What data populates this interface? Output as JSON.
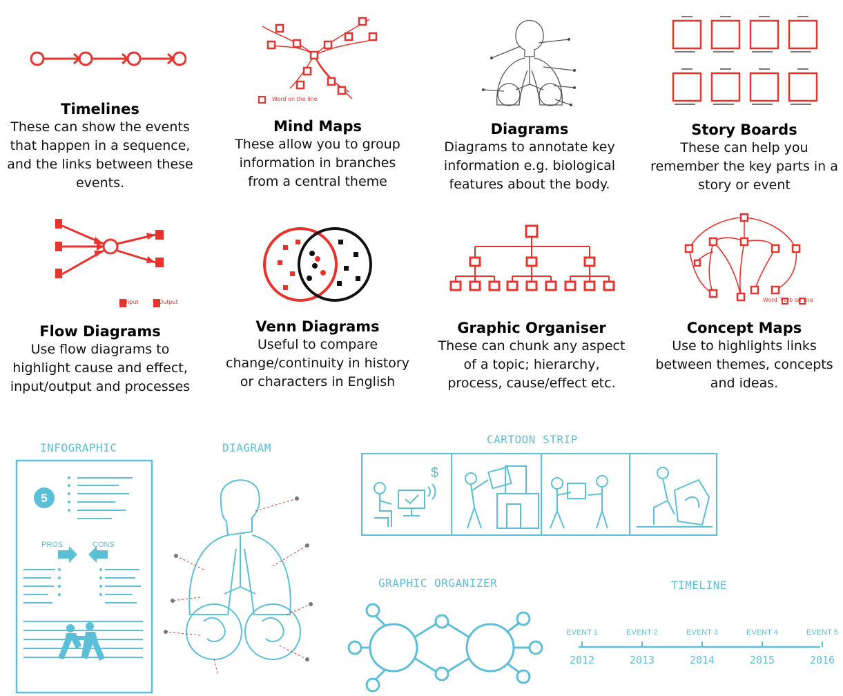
{
  "cards": [
    {
      "title": "Timelines",
      "desc": "These can show the events\nthat happen in a sequence,\nand the links between these\nevents."
    },
    {
      "title": "Mind Maps",
      "desc": "These allow you to group\ninformation in branches\nfrom a central theme"
    },
    {
      "title": "Diagrams",
      "desc": "Diagrams to annotate key\ninformation e.g. biological\nfeatures about the body."
    },
    {
      "title": "Story Boards",
      "desc": "These can help you\nremember the key parts in a\nstory or event"
    },
    {
      "title": "Flow Diagrams",
      "desc": "Use flow diagrams to\nhighlight cause and effect,\ninput/output and processes"
    },
    {
      "title": "Venn Diagrams",
      "desc": "Useful to compare\nchange/continuity in history\nor characters in English"
    },
    {
      "title": "Graphic Organiser",
      "desc": "These can chunk any aspect\nof a topic; hierarchy,\nprocess, cause/effect etc."
    },
    {
      "title": "Concept Maps",
      "desc": "Use to highlights links\nbetween themes, concepts\nand ideas."
    }
  ],
  "mindmap_legend": "Word on the line",
  "flow_legend": {
    "input": "Input",
    "output": "Output"
  },
  "concept_legend": {
    "word": "Word",
    "verb": "Verb on line"
  },
  "bottom": {
    "infographic": "INFOGRAPHIC",
    "infographic_number": "5",
    "pros": "PROS",
    "cons": "CONS",
    "diagram": "DIAGRAM",
    "cartoon": "CARTOON STRIP",
    "dollar": "$",
    "organizer": "GRAPHIC ORGANIZER",
    "timeline": "TIMELINE",
    "events": [
      {
        "label": "EVENT 1",
        "year": "2012"
      },
      {
        "label": "EVENT 2",
        "year": "2013"
      },
      {
        "label": "EVENT 3",
        "year": "2014"
      },
      {
        "label": "EVENT 4",
        "year": "2015"
      },
      {
        "label": "EVENT 5",
        "year": "2016"
      }
    ]
  },
  "colors": {
    "red": "#e8322c",
    "blue": "#5bbfd8",
    "gray": "#666666"
  }
}
